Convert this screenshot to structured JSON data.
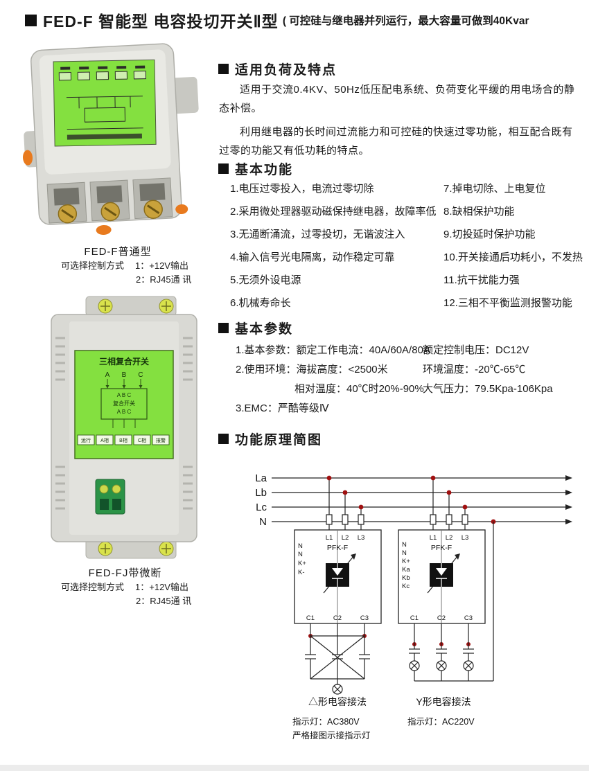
{
  "title": {
    "main": "FED-F 智能型 电容投切开关Ⅱ型",
    "sub": "( 可控硅与继电器并列运行，最大容量可做到40Kvar"
  },
  "colors": {
    "panel_green": "#84e040",
    "junction_dot": "#a01010",
    "device_gray": "#d9d9d4"
  },
  "products": [
    {
      "caption": "FED-F普通型",
      "control_label": "可选择控制方式",
      "option1": "1：+12V输出",
      "option2": "2：RJ45通 讯"
    },
    {
      "caption": "FED-FJ带微断",
      "control_label": "可选择控制方式",
      "option1": "1：+12V输出",
      "option2": "2：RJ45通 讯",
      "panel": {
        "title": "三相复合开关",
        "phases": [
          "A",
          "B",
          "C"
        ],
        "inner_top": "A  B  C",
        "inner_mid": "复合开关",
        "inner_bottom": "A  B  C",
        "indicators": [
          "运行",
          "A相",
          "B相",
          "C相",
          "报警"
        ]
      }
    }
  ],
  "features": {
    "heading": "适用负荷及特点",
    "p1": "适用于交流0.4KV、50Hz低压配电系统、负荷变化平缓的用电场合的静态补偿。",
    "p2": "利用继电器的长时间过流能力和可控硅的快速过零功能，相互配合既有过零的功能又有低功耗的特点。"
  },
  "functions": {
    "heading": "基本功能",
    "left": [
      "1.电压过零投入，电流过零切除",
      "2.采用微处理器驱动磁保持继电器，故障率低",
      "3.无通断涌流，过零投切，无谐波注入",
      "4.输入信号光电隔离，动作稳定可靠",
      "5.无须外设电源",
      "6.机械寿命长"
    ],
    "right": [
      "7.掉电切除、上电复位",
      "8.缺相保护功能",
      "9.切投延时保护功能",
      "10.开关接通后功耗小，不发热",
      "11.抗干扰能力强",
      "12.三相不平衡监测报警功能"
    ]
  },
  "parameters": {
    "heading": "基本参数",
    "rows": [
      {
        "left": "1.基本参数：额定工作电流：40A/60A/80A",
        "right": "额定控制电压：DC12V"
      },
      {
        "left": "2.使用环境：海拔高度：<2500米",
        "right": "环境温度：-20℃-65℃"
      },
      {
        "left": "相对温度：40℃时20%-90%",
        "right": "大气压力：79.5Kpa-106Kpa",
        "indent": true
      },
      {
        "left": "3.EMC：严酷等级Ⅳ",
        "right": ""
      }
    ]
  },
  "schematic": {
    "heading": "功能原理简图",
    "lines": [
      "La",
      "Lb",
      "Lc",
      "N"
    ],
    "block1": {
      "name": "PFK-F",
      "top": [
        "L1",
        "L2",
        "L3"
      ],
      "bottom": [
        "C1",
        "C2",
        "C3"
      ],
      "side": [
        "N",
        "N",
        "K+",
        "K-"
      ]
    },
    "block2": {
      "name": "PFK-F",
      "top": [
        "L1",
        "L2",
        "L3"
      ],
      "bottom": [
        "C1",
        "C2",
        "C3"
      ],
      "side": [
        "N",
        "N",
        "K+",
        "Ka",
        "Kb",
        "Kc"
      ]
    },
    "delta_label": "△形电容接法",
    "y_label": "Y形电容接法",
    "delta_note1": "指示灯：AC380V",
    "delta_note2": "严格接图示接指示灯",
    "y_note1": "指示灯：AC220V"
  }
}
